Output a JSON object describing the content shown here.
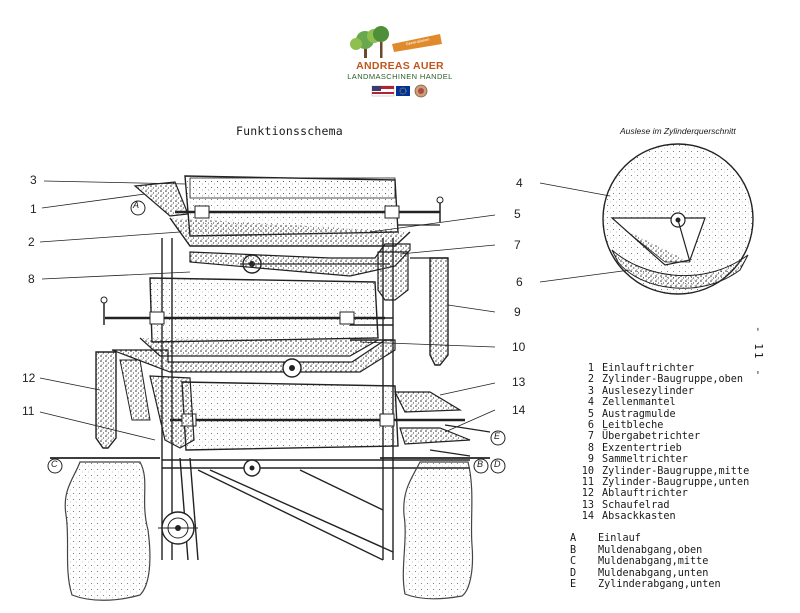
{
  "brand": {
    "name": "ANDREAS AUER",
    "subtitle": "LANDMASCHINEN HANDEL",
    "banner": "Tradition seit Generationen"
  },
  "diagram": {
    "title": "Funktionsschema",
    "inset_title": "Auslese im Zylinderquerschnitt",
    "page_number": "- 11 -"
  },
  "callouts": [
    "1",
    "2",
    "3",
    "4",
    "5",
    "6",
    "7",
    "8",
    "9",
    "10",
    "11",
    "12",
    "13",
    "14"
  ],
  "letter_markers": [
    "A",
    "B",
    "C",
    "D",
    "E"
  ],
  "legend_numbers": [
    {
      "key": "1",
      "label": "Einlauftrichter"
    },
    {
      "key": "2",
      "label": "Zylinder-Baugruppe,oben"
    },
    {
      "key": "3",
      "label": "Auslesezylinder"
    },
    {
      "key": "4",
      "label": "Zellenmantel"
    },
    {
      "key": "5",
      "label": "Austragmulde"
    },
    {
      "key": "6",
      "label": "Leitbleche"
    },
    {
      "key": "7",
      "label": "Übergabetrichter"
    },
    {
      "key": "8",
      "label": "Exzentertrieb"
    },
    {
      "key": "9",
      "label": "Sammeltrichter"
    },
    {
      "key": "10",
      "label": "Zylinder-Baugruppe,mitte"
    },
    {
      "key": "11",
      "label": "Zylinder-Baugruppe,unten"
    },
    {
      "key": "12",
      "label": "Ablauftrichter"
    },
    {
      "key": "13",
      "label": "Schaufelrad"
    },
    {
      "key": "14",
      "label": "Absackkasten"
    }
  ],
  "legend_letters": [
    {
      "key": "A",
      "label": "Einlauf"
    },
    {
      "key": "B",
      "label": "Muldenabgang,oben"
    },
    {
      "key": "C",
      "label": "Muldenabgang,mitte"
    },
    {
      "key": "D",
      "label": "Muldenabgang,unten"
    },
    {
      "key": "E",
      "label": "Zylinderabgang,unten"
    }
  ],
  "colors": {
    "brand_orange": "#c0561c",
    "brand_green": "#2a5c2a",
    "ink": "#1a1a1a"
  }
}
